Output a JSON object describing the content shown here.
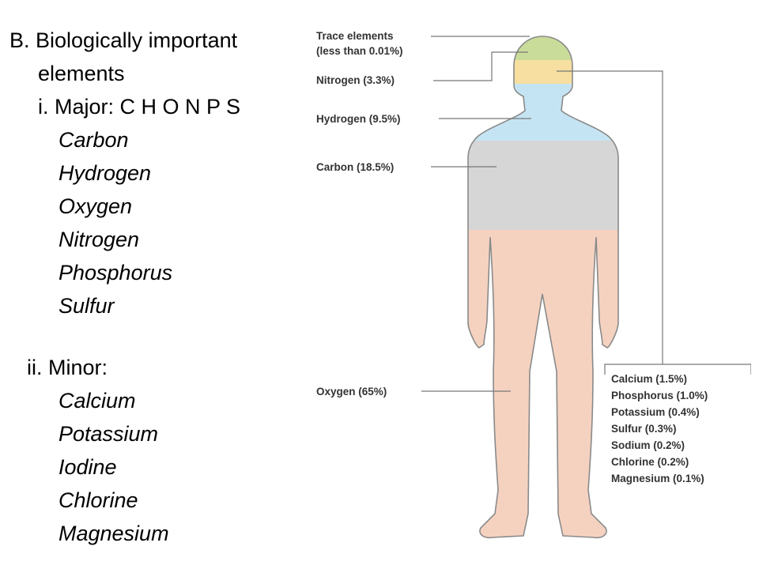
{
  "outline": {
    "heading_b": "B.  Biologically important",
    "heading_b_cont": "elements",
    "major_heading": "i.  Major: C H O N P S",
    "major_items": [
      "Carbon",
      "Hydrogen",
      "Oxygen",
      "Nitrogen",
      "Phosphorus",
      "Sulfur"
    ],
    "minor_heading": "ii.  Minor:",
    "minor_items": [
      "Calcium",
      "Potassium",
      "Iodine",
      "Chlorine",
      "Magnesium"
    ]
  },
  "figure": {
    "labels": {
      "trace_1": "Trace elements",
      "trace_2": "(less than 0.01%)",
      "nitrogen": "Nitrogen (3.3%)",
      "hydrogen": "Hydrogen (9.5%)",
      "carbon": "Carbon (18.5%)",
      "oxygen": "Oxygen (65%)"
    },
    "minor_list": [
      "Calcium (1.5%)",
      "Phosphorus (1.0%)",
      "Potassium (0.4%)",
      "Sulfur (0.3%)",
      "Sodium (0.2%)",
      "Chlorine (0.2%)",
      "Magnesium (0.1%)"
    ],
    "colors": {
      "trace": "#c9dc9a",
      "nitrogen": "#f6dfa0",
      "hydrogen": "#c5e4f3",
      "carbon": "#d6d6d6",
      "oxygen": "#f5d2c0",
      "outline": "#8a8a8a",
      "leader": "#777777"
    }
  }
}
